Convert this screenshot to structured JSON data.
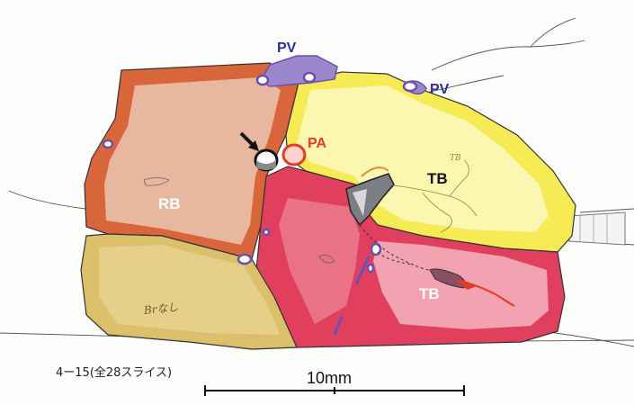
{
  "labels": {
    "pv_top": "PV",
    "pv_right": "PV",
    "pa": "PA",
    "tb_upper": "TB",
    "tb_lower": "TB",
    "rb": "RB",
    "br_note": "Brなし",
    "tb_sketch": "TB"
  },
  "caption": "4ー15(全28スライス)",
  "scale": {
    "label": "10mm"
  },
  "colors": {
    "rb_fill": "#e8b7a0",
    "rb_border": "#d8663a",
    "yellow_lobe": "#f6ea55",
    "yellow_inner": "#fbf6b0",
    "red_lobe": "#e0405e",
    "pink_inner": "#f2a2b0",
    "brown_lobe": "#dcbf6a",
    "vein": "#6b4fb4",
    "artery": "#e53b2a",
    "pv_text": "#2a2f9a",
    "pa_text": "#e5392a"
  },
  "icons": [
    "arrow-icon"
  ]
}
